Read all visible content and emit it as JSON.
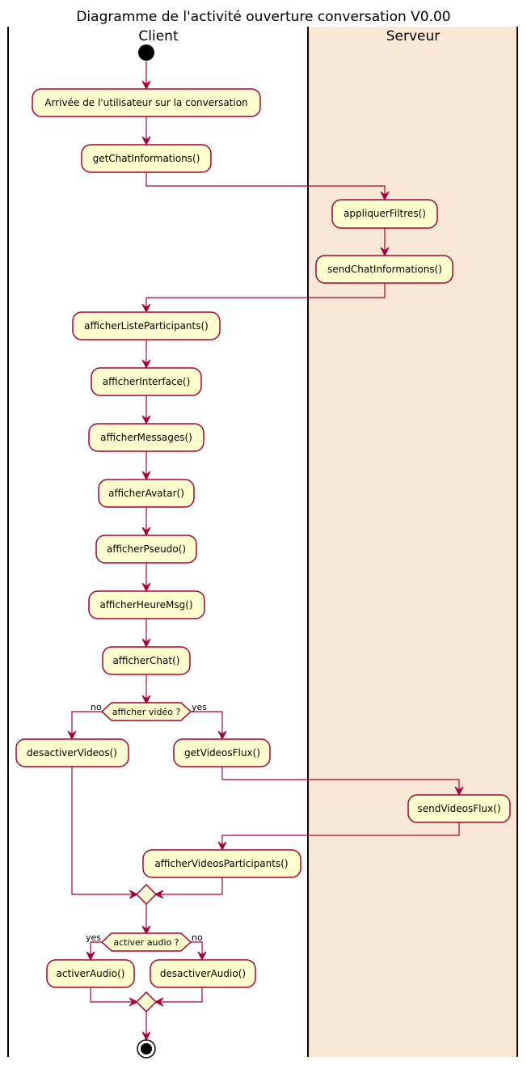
{
  "title": "Diagramme de l'activité ouverture conversation V0.00",
  "lanes": [
    {
      "label": "Client",
      "fill": "#FFFFFF"
    },
    {
      "label": "Serveur",
      "fill": "#F9E8D5"
    }
  ],
  "colors": {
    "node_fill": "#FEFECE",
    "node_stroke": "#A80036",
    "edge": "#A80036"
  },
  "activities": {
    "arrivee": "Arrivée de l'utilisateur sur la conversation",
    "get_chat_info": "getChatInformations()",
    "appliquer_filtres": "appliquerFiltres()",
    "send_chat_info": "sendChatInformations()",
    "afficher_liste": "afficherListeParticipants()",
    "afficher_interface": "afficherInterface()",
    "afficher_messages": "afficherMessages()",
    "afficher_avatar": "afficherAvatar()",
    "afficher_pseudo": "afficherPseudo()",
    "afficher_heure": "afficherHeureMsg()",
    "afficher_chat": "afficherChat()",
    "desactiver_videos": "desactiverVideos()",
    "get_videos_flux": "getVideosFlux()",
    "send_videos_flux": "sendVideosFlux()",
    "afficher_videos": "afficherVideosParticipants()",
    "activer_audio": "activerAudio()",
    "desactiver_audio": "desactiverAudio()"
  },
  "decisions": {
    "video": {
      "question": "afficher vidéo ?",
      "left": "no",
      "right": "yes"
    },
    "audio": {
      "question": "activer audio ?",
      "left": "yes",
      "right": "no"
    }
  }
}
